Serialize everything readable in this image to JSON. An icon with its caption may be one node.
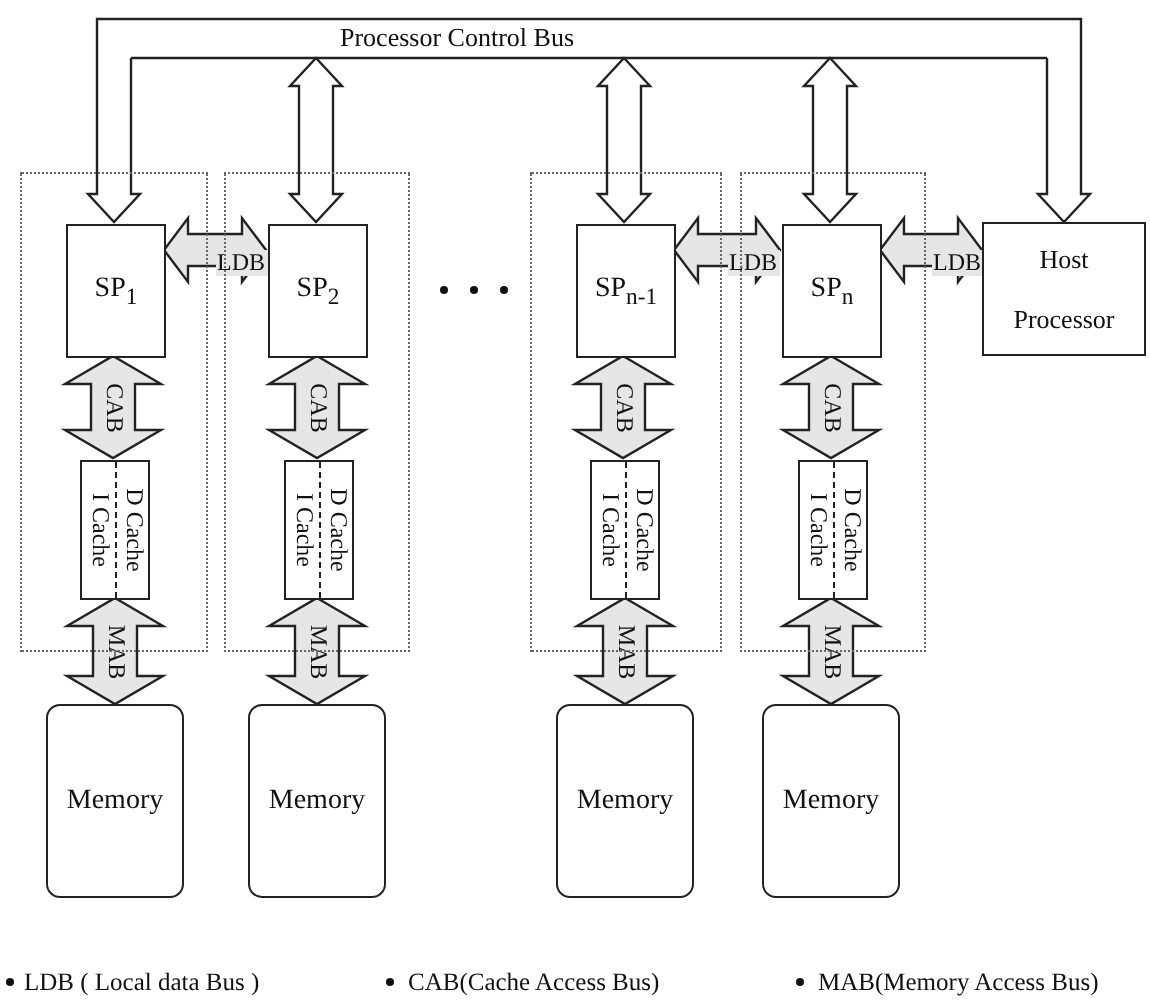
{
  "diagram": {
    "nodes": [
      {
        "text": [
          "Processor Control Bus"
        ]
      },
      {
        "text": [],
        "shape": "box"
      },
      {
        "text": [
          "SP$_{1}$"
        ],
        "in": 1
      },
      {
        "text": [
          "D Cache",
          "I Cache"
        ],
        "in": 1
      },
      {
        "text": [],
        "shape": "box"
      },
      {
        "text": [
          "SP$_{2}$"
        ],
        "in": 4
      },
      {
        "text": [
          "D Cache",
          "I Cache"
        ],
        "in": 4
      },
      {
        "text": [],
        "shape": "box"
      },
      {
        "text": [
          "SP$_{n-1}$"
        ],
        "in": 7
      },
      {
        "text": [
          "D Cache",
          "I Cache"
        ],
        "in": 7
      },
      {
        "text": [],
        "shape": "box"
      },
      {
        "text": [
          "SP$_{n}$"
        ],
        "in": 10
      },
      {
        "text": [
          "D Cache",
          "I Cache"
        ],
        "in": 10
      },
      {
        "text": [
          "Host Processor"
        ]
      },
      {
        "text": [
          "Memory"
        ]
      },
      {
        "text": [
          "Memory"
        ]
      },
      {
        "text": [
          "Memory"
        ]
      },
      {
        "text": [
          "Memory"
        ]
      }
    ],
    "edges": [
      {
        "from": 0,
        "to": 2,
        "arrow": "to"
      },
      {
        "from": 0,
        "to": 5,
        "arrow": "both"
      },
      {
        "from": 0,
        "to": 8,
        "arrow": "both"
      },
      {
        "from": 0,
        "to": 11,
        "arrow": "both"
      },
      {
        "from": 0,
        "to": 13,
        "arrow": "to"
      },
      {
        "from": 2,
        "to": 5,
        "arrow": "both",
        "label": "LDB"
      },
      {
        "from": 8,
        "to": 11,
        "arrow": "both",
        "label": "LDB"
      },
      {
        "from": 11,
        "to": 13,
        "arrow": "both",
        "label": "LDB"
      },
      {
        "from": 2,
        "to": 3,
        "arrow": "both",
        "label": "CAB"
      },
      {
        "from": 5,
        "to": 6,
        "arrow": "both",
        "label": "CAB"
      },
      {
        "from": 8,
        "to": 9,
        "arrow": "both",
        "label": "CAB"
      },
      {
        "from": 11,
        "to": 12,
        "arrow": "both",
        "label": "CAB"
      },
      {
        "from": 3,
        "to": 14,
        "arrow": "both",
        "label": "MAB"
      },
      {
        "from": 6,
        "to": 15,
        "arrow": "both",
        "label": "MAB"
      },
      {
        "from": 9,
        "to": 16,
        "arrow": "both",
        "label": "MAB"
      },
      {
        "from": 12,
        "to": 17,
        "arrow": "both",
        "label": "MAB"
      }
    ],
    "labels": [
      "LDB ( Local data Bus )",
      "CAB(Cache Access Bus)",
      "MAB(Memory Access Bus)"
    ]
  }
}
